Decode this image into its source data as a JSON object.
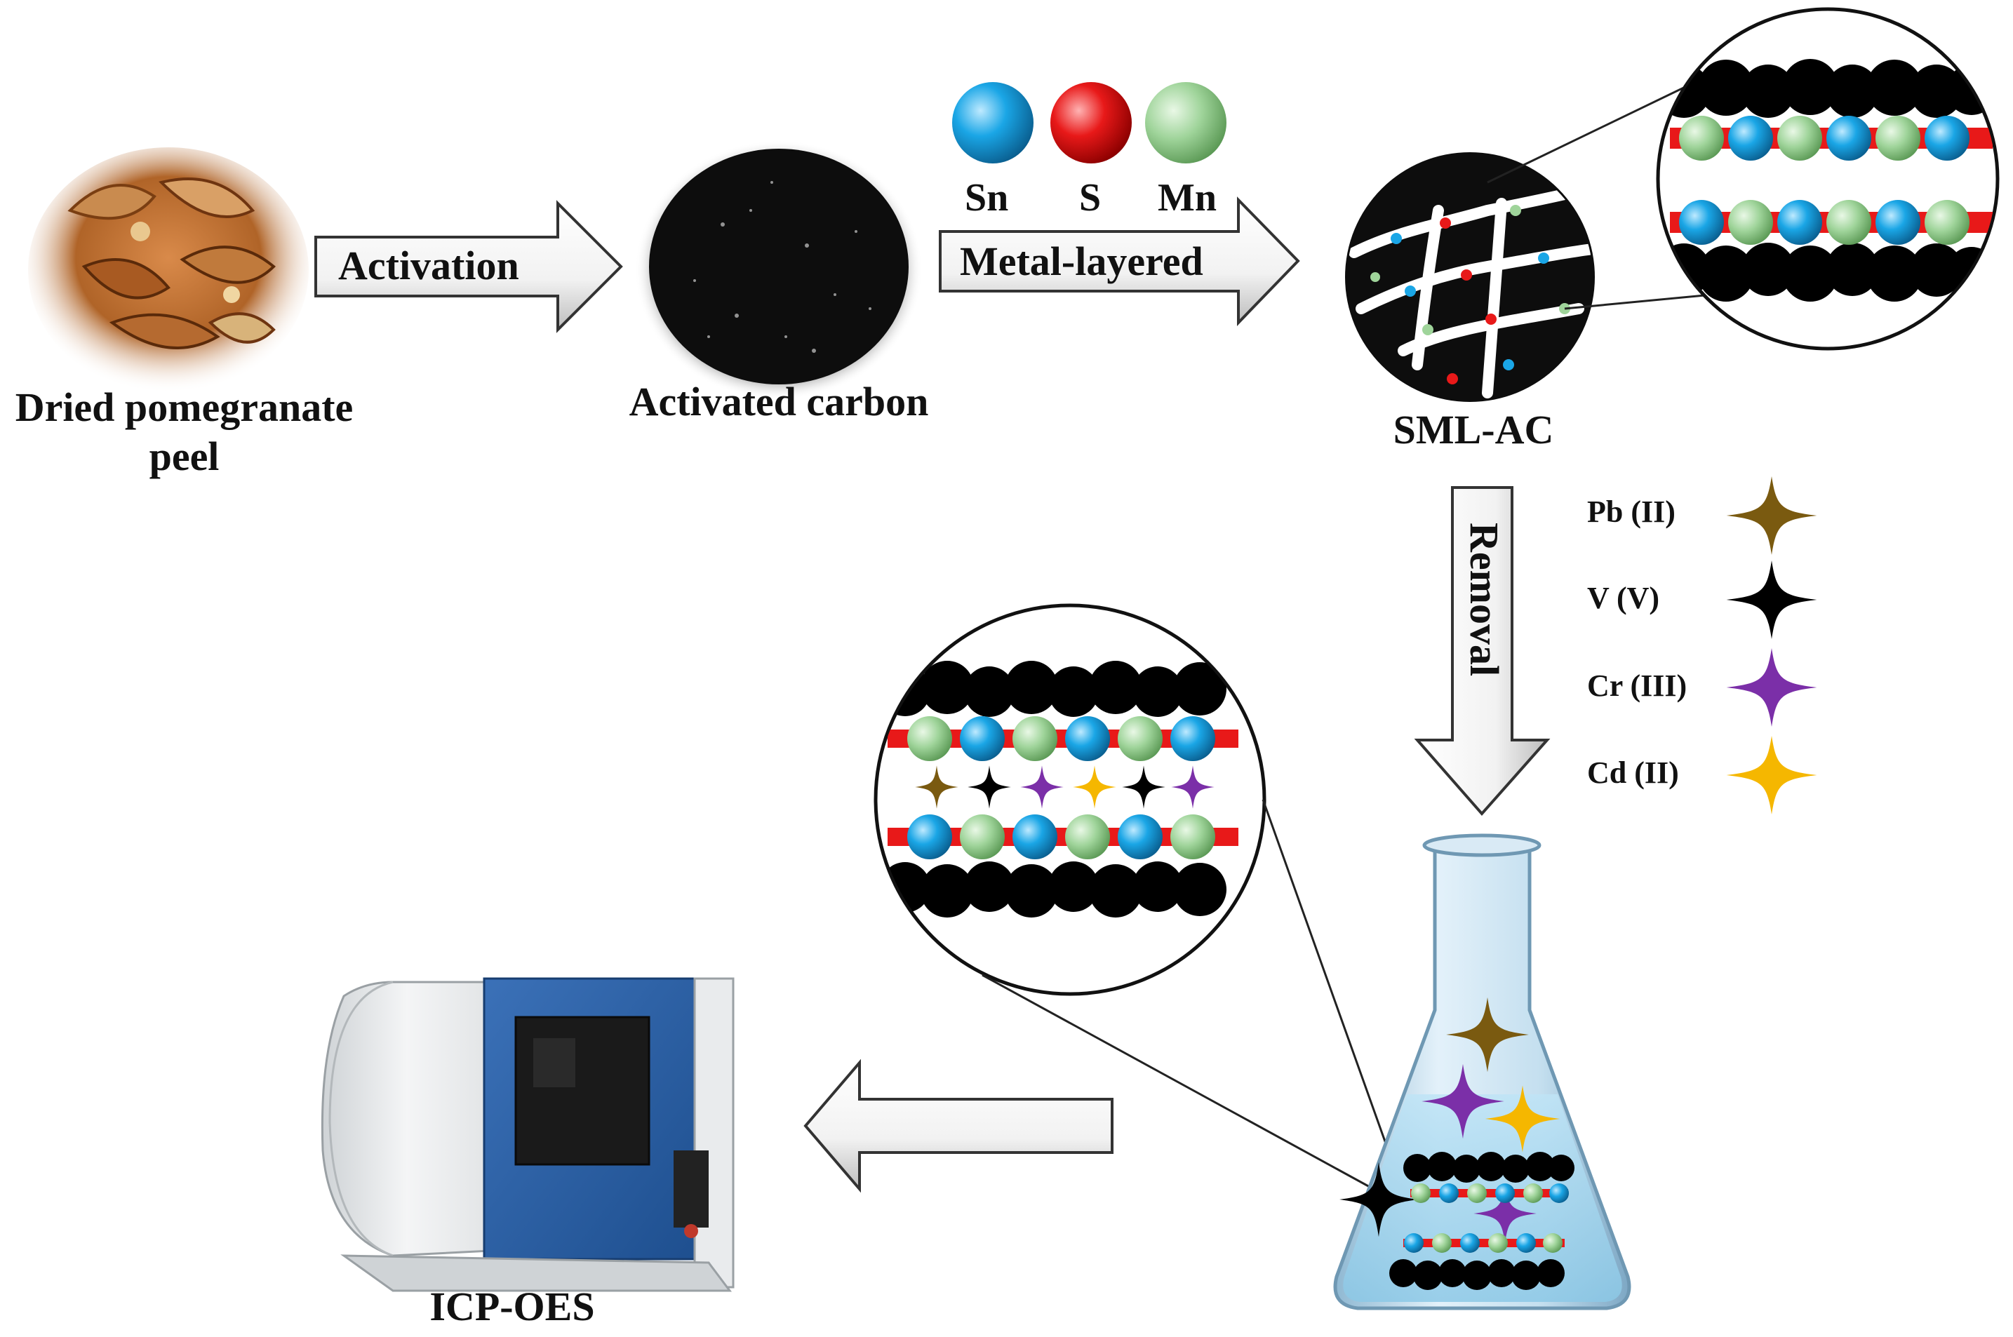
{
  "stages": {
    "peel": {
      "label_line1": "Dried pomegranate",
      "label_line2": "peel"
    },
    "carbon": {
      "label": "Activated carbon"
    },
    "smlac": {
      "label": "SML-AC"
    },
    "icp": {
      "label": "ICP-OES"
    }
  },
  "arrows": {
    "activation": "Activation",
    "metal_layered": "Metal-layered",
    "removal": "Removal"
  },
  "elements": [
    {
      "symbol": "Sn",
      "color": "#1aa6e6"
    },
    {
      "symbol": "S",
      "color": "#e81919"
    },
    {
      "symbol": "Mn",
      "color": "#9fd49a"
    }
  ],
  "ions": [
    {
      "name": "Pb (II)",
      "color": "#7a5a10"
    },
    {
      "name": "V (V)",
      "color": "#000000"
    },
    {
      "name": "Cr (III)",
      "color": "#7b2fa8"
    },
    {
      "name": "Cd (II)",
      "color": "#f5b700"
    }
  ]
}
